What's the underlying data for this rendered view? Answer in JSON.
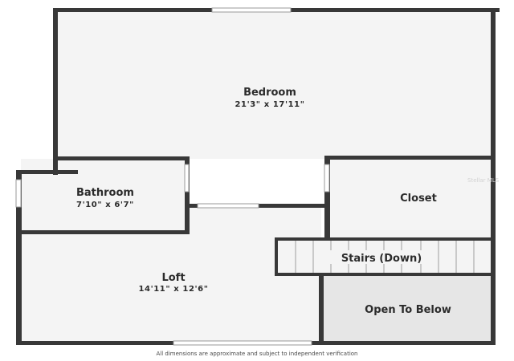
{
  "rooms": {
    "bedroom": {
      "name": "Bedroom",
      "dimensions": "21'3\" x 17'11\""
    },
    "bathroom": {
      "name": "Bathroom",
      "dimensions": "7'10\" x 6'7\""
    },
    "closet": {
      "name": "Closet"
    },
    "stairs": {
      "name": "Stairs (Down)"
    },
    "loft": {
      "name": "Loft",
      "dimensions": "14'11\" x 12'6\""
    },
    "open_to_below": {
      "name": "Open To Below"
    }
  },
  "watermark": "Stellar MLS",
  "footer": {
    "disclaimer": "All dimensions are approximate and subject to independent verification"
  },
  "colors": {
    "wall": "#383838",
    "floor": "#f4f4f4",
    "open_area": "#e6e6e6"
  }
}
